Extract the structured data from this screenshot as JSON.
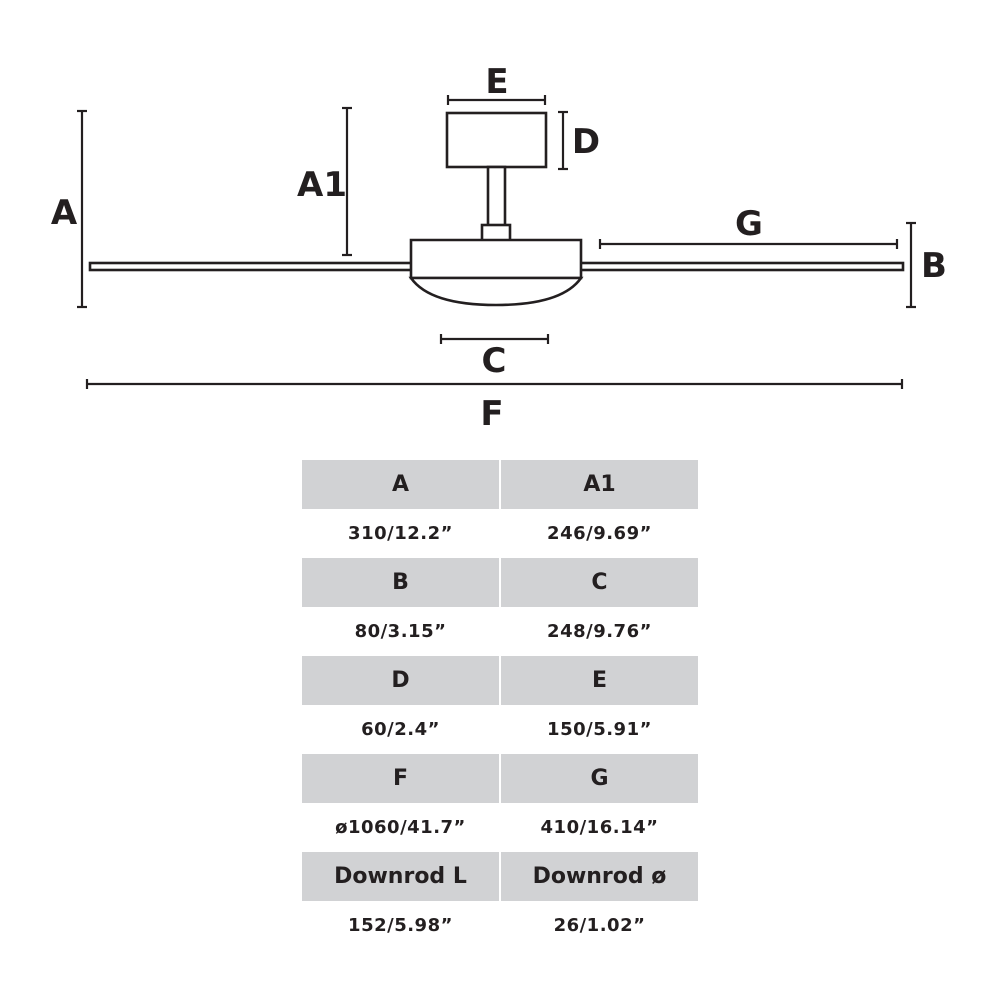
{
  "diagram": {
    "labels": {
      "A": "A",
      "A1": "A1",
      "B": "B",
      "C": "C",
      "D": "D",
      "E": "E",
      "F": "F",
      "G": "G"
    }
  },
  "table": {
    "rows": [
      {
        "headers": [
          "A",
          "A1"
        ],
        "values": [
          "310/12.2”",
          "246/9.69”"
        ]
      },
      {
        "headers": [
          "B",
          "C"
        ],
        "values": [
          "80/3.15”",
          "248/9.76”"
        ]
      },
      {
        "headers": [
          "D",
          "E"
        ],
        "values": [
          "60/2.4”",
          "150/5.91”"
        ]
      },
      {
        "headers": [
          "F",
          "G"
        ],
        "values": [
          "ø1060/41.7”",
          "410/16.14”"
        ]
      },
      {
        "headers": [
          "Downrod L",
          "Downrod ø"
        ],
        "values": [
          "152/5.98”",
          "26/1.02”"
        ]
      }
    ]
  }
}
